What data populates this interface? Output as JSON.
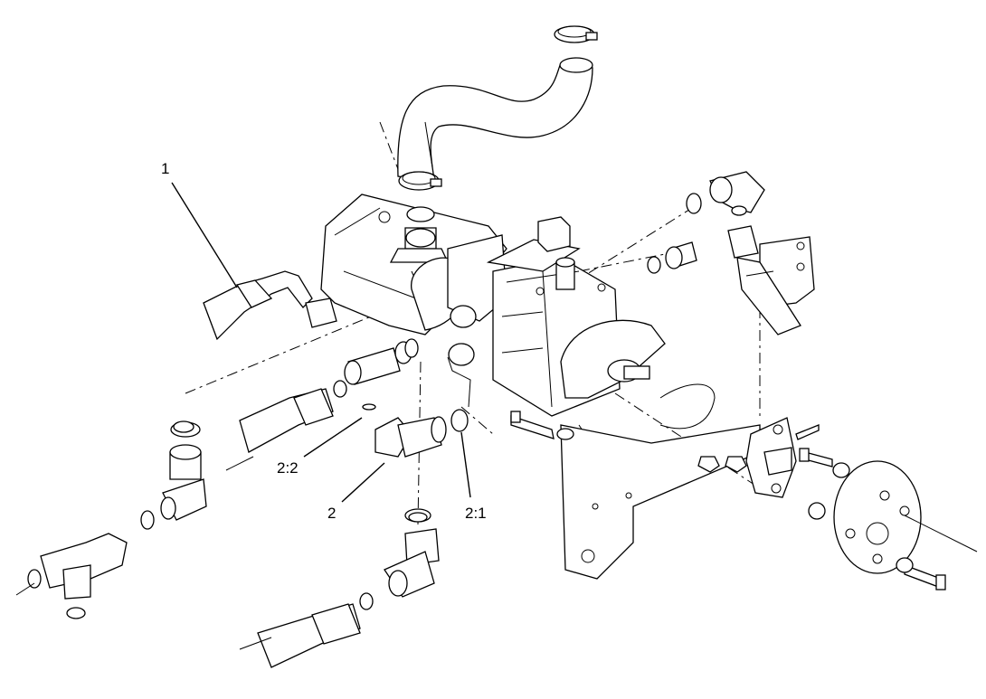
{
  "callouts": [
    {
      "id": "c1",
      "label": "1"
    },
    {
      "id": "c2",
      "label": "2"
    },
    {
      "id": "c21",
      "label": "2:1"
    },
    {
      "id": "c22",
      "label": "2:2"
    }
  ]
}
